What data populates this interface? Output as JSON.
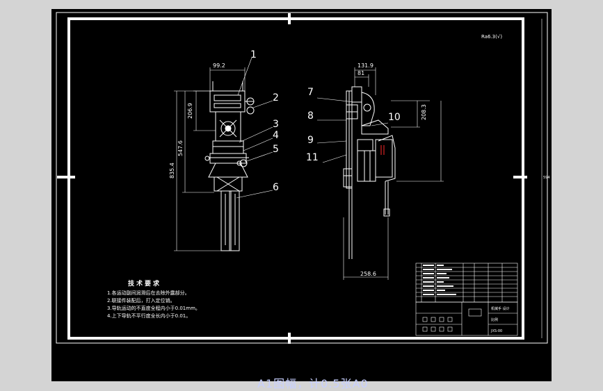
{
  "part_labels": [
    "1",
    "2",
    "3",
    "4",
    "5",
    "6",
    "7",
    "8",
    "9",
    "10",
    "11"
  ],
  "dimensions": {
    "front_top_width": "99.2",
    "front_upper_height": "206.9",
    "front_mid_height": "547.6",
    "front_total_height": "835.4",
    "side_top_width": "131.9",
    "side_inner_width": "81",
    "side_upper_height": "208.3",
    "side_base_width": "258.6"
  },
  "corner_note": "Ra6.3(√)",
  "tech_requirements": {
    "title": "技术要求",
    "items": [
      "1.各运动副间润滑后在去除外露部分。",
      "2.联接件装配后，打入定位销。",
      "3.导轨运动的不直度全程内小于0.01mm。",
      "4.上下导轨不平行度全长内小于0.01。"
    ]
  },
  "title_block": {
    "name": "机械手 设计",
    "scale": "比例",
    "code": "JXS-00"
  },
  "caption": "A1图幅，计0.5张A0"
}
